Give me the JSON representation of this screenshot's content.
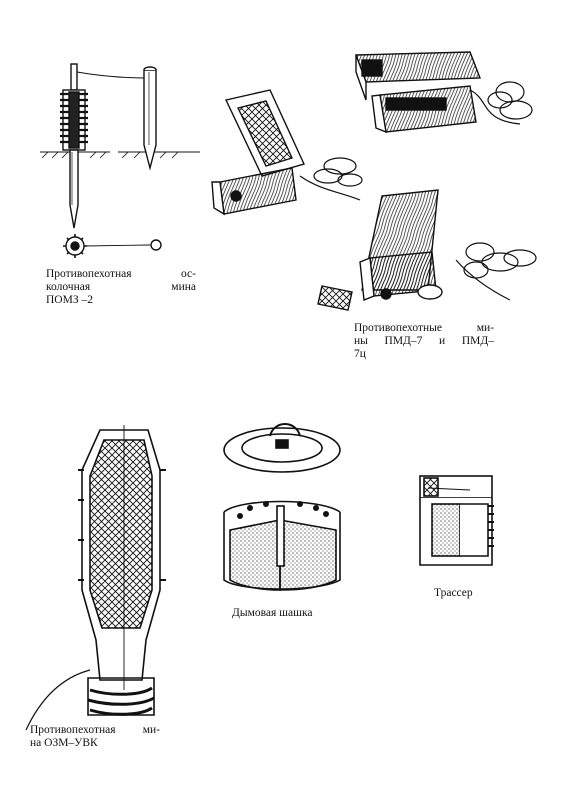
{
  "figures": {
    "pomz": {
      "caption_lines": [
        "Противопехотная ос-",
        "колочная мина",
        "ПОМЗ –2"
      ]
    },
    "pmd": {
      "caption_lines": [
        "Противопехотные ми-",
        "ны ПМД–7 и ПМД–",
        "7ц"
      ]
    },
    "ozm": {
      "caption_lines": [
        "Противопехотная ми-",
        "на ОЗМ–УВК"
      ]
    },
    "smoke": {
      "caption_lines": [
        "Дымовая шашка"
      ]
    },
    "tracer": {
      "caption_lines": [
        "Трассер"
      ]
    }
  }
}
